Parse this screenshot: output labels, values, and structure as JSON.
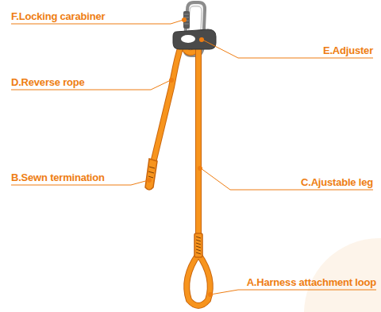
{
  "diagram": {
    "labels": [
      "F.Locking carabiner",
      "E.Adjuster",
      "D.Reverse rope",
      "B.Sewn termination",
      "C.Ajustable leg",
      "A.Harness attachment loop"
    ]
  }
}
